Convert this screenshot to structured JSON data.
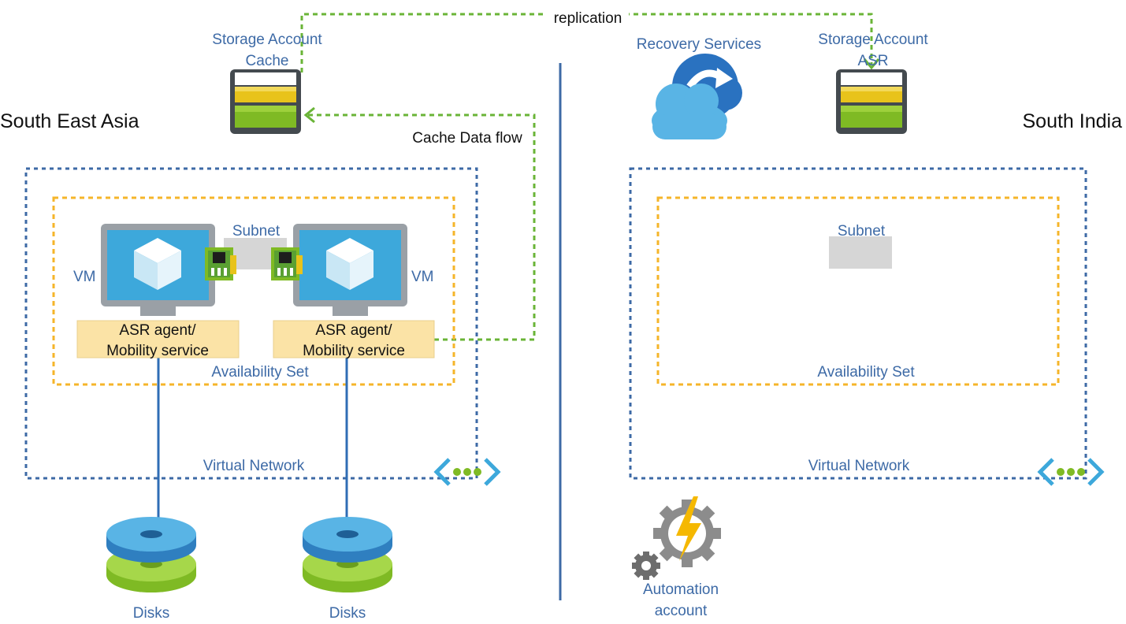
{
  "title": "",
  "regions": {
    "left": "South East Asia",
    "right": "South India"
  },
  "storage_cache": {
    "line1": "Storage Account",
    "line2": "Cache"
  },
  "storage_asr": {
    "line1": "Storage Account",
    "line2": "ASR"
  },
  "recovery_services": "Recovery Services",
  "replication": "replication",
  "cache_flow": "Cache Data flow",
  "left": {
    "subnet": "Subnet",
    "vm_left": "VM",
    "vm_right": "VM",
    "agent1": {
      "line1": "ASR agent/",
      "line2": "Mobility service"
    },
    "agent2": {
      "line1": "ASR agent/",
      "line2": "Mobility service"
    },
    "availability_set": "Availability Set",
    "virtual_network": "Virtual Network",
    "disks1": "Disks",
    "disks2": "Disks"
  },
  "right": {
    "subnet": "Subnet",
    "availability_set": "Availability Set",
    "virtual_network": "Virtual Network"
  },
  "automation": {
    "line1": "Automation",
    "line2": "account"
  },
  "colors": {
    "label_blue": "#3d6aa6",
    "vnet_border": "#3d6aa6",
    "avset_border": "#f5b52a",
    "dataflow_green": "#6ab437",
    "agent_fill": "#fbe3a6",
    "divider": "#3d6aa6"
  },
  "icons": [
    "storage-icon",
    "cloud-recovery-icon",
    "monitor-icon",
    "nic-icon",
    "vnet-icon",
    "disk-icon",
    "automation-gear-icon"
  ]
}
